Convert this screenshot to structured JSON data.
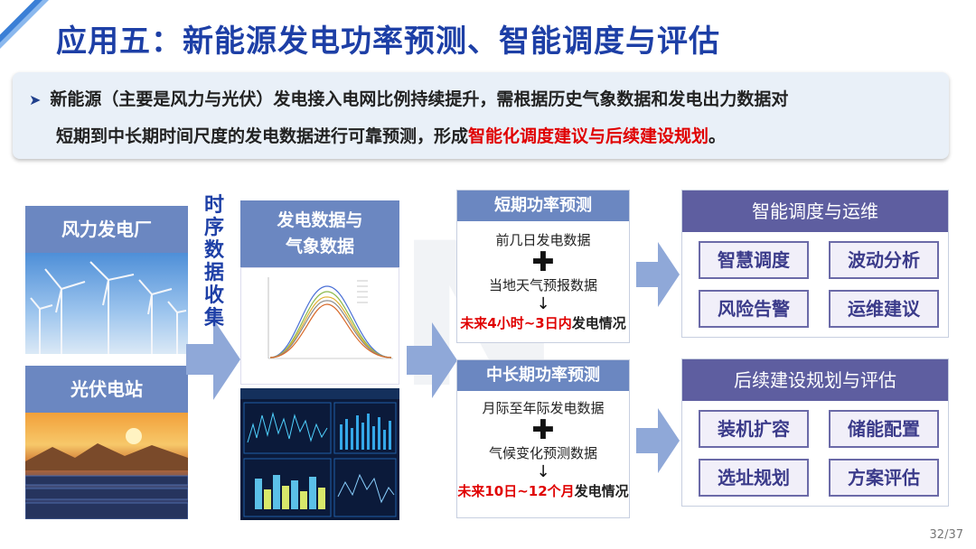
{
  "slide": {
    "title": "应用五：新能源发电功率预测、智能调度与评估",
    "intro": {
      "bullet": "➤",
      "line1": "新能源（主要是风力与光伏）发电接入电网比例持续提升，需根据历史气象数据和发电出力数据对",
      "line2_plain": "短期到中长期时间尺度的发电数据进行可靠预测，形成",
      "line2_highlight": "智能化调度建议与后续建设规划",
      "line2_end": "。"
    },
    "page_number": "32/37"
  },
  "sources": {
    "wind_label": "风力发电厂",
    "solar_label": "光伏电站"
  },
  "timeseries_label": "时序数据收集",
  "data_box": {
    "title_line1": "发电数据与",
    "title_line2": "气象数据"
  },
  "short_term": {
    "title": "短期功率预测",
    "input1": "前几日发电数据",
    "input2": "当地天气预报数据",
    "result_red": "未来4小时~3日内",
    "result_rest": "发电情况"
  },
  "long_term": {
    "title": "中长期功率预测",
    "input1": "月际至年际发电数据",
    "input2": "气候变化预测数据",
    "result_red": "未来10日~12个月",
    "result_rest": "发电情况"
  },
  "panel1": {
    "title": "智能调度与运维",
    "items": [
      "智慧调度",
      "波动分析",
      "风险告警",
      "运维建议"
    ]
  },
  "panel2": {
    "title": "后续建设规划与评估",
    "items": [
      "装机扩容",
      "储能配置",
      "选址规划",
      "方案评估"
    ]
  },
  "colors": {
    "title": "#1d3fa6",
    "box_header": "#6b87c1",
    "panel_header": "#5e5ea0",
    "highlight": "#e00000"
  }
}
